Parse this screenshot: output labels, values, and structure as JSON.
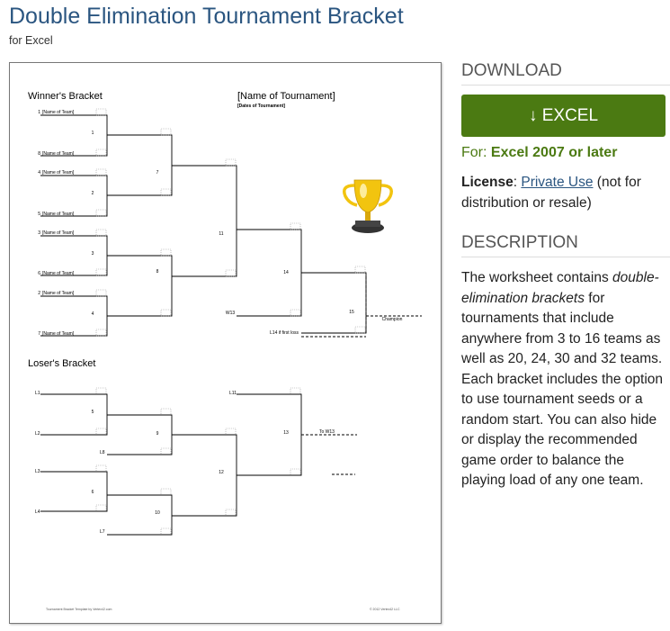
{
  "page": {
    "title": "Double Elimination Tournament Bracket",
    "subtitle": "for Excel"
  },
  "preview": {
    "winners_label": "Winner's Bracket",
    "losers_label": "Loser's Bracket",
    "tournament_name": "[Name of Tournament]",
    "tournament_dates": "[Dates of Tournament]",
    "champion_label": "Champion",
    "footer_left": "Tournament Bracket Template by Vertex42.com",
    "footer_right": "© 2012 Vertex42 LLC",
    "winners": {
      "teams": [
        {
          "seed": "1",
          "name": "[Name of Team]"
        },
        {
          "seed": "8",
          "name": "[Name of Team]"
        },
        {
          "seed": "4",
          "name": "[Name of Team]"
        },
        {
          "seed": "5",
          "name": "[Name of Team]"
        },
        {
          "seed": "3",
          "name": "[Name of Team]"
        },
        {
          "seed": "6",
          "name": "[Name of Team]"
        },
        {
          "seed": "2",
          "name": "[Name of Team]"
        },
        {
          "seed": "7",
          "name": "[Name of Team]"
        }
      ],
      "round1_games": [
        "1",
        "2",
        "3",
        "4"
      ],
      "round2_games": [
        "7",
        "8"
      ],
      "game11": "11",
      "game14": "14",
      "game15": "15",
      "w13_label": "W13",
      "l14_label": "L14 if first loss"
    },
    "losers": {
      "entries": [
        "L1",
        "L2",
        "L3",
        "L4"
      ],
      "game5": "5",
      "game6": "6",
      "game9": "9",
      "game10": "10",
      "game12": "12",
      "game13": "13",
      "l8_label": "L8",
      "l7_label": "L7",
      "l11_label": "L11",
      "to_w13_label": "To W13"
    }
  },
  "sidebar": {
    "download_heading": "DOWNLOAD",
    "download_button": "↓ EXCEL",
    "for_prefix": "For: ",
    "for_value": "Excel 2007 or later",
    "license_label": "License",
    "license_sep": ": ",
    "license_link": "Private Use",
    "license_note": " (not for distribution or resale)",
    "description_heading": "DESCRIPTION",
    "desc_part1": "The worksheet contains ",
    "desc_em": "double-elimination brackets",
    "desc_part2": " for tournaments that include anywhere from 3 to 16 teams as well as 20, 24, 30 and 32 teams. Each bracket includes the option to use tournament seeds or a random start. You can also hide or display the recommended game order to balance the playing load of any one team."
  },
  "colors": {
    "title": "#2a5580",
    "button": "#4b7a12",
    "accent_text": "#4b7a12",
    "link": "#2a5580",
    "trophy_gold": "#f2c40f"
  },
  "icons": {
    "trophy": "trophy-icon"
  }
}
